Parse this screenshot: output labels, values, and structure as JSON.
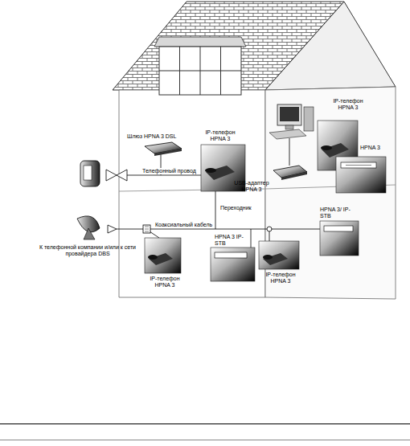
{
  "diagram": {
    "labels": [
      "IP-телефон HPNA 3",
      "HPNA 3",
      "Шлюз HPNA 3 DSL",
      "IP-телефон HPNA 3",
      "USB-адаптер HPNA 3",
      "Телефонный провод",
      "Переходник",
      "Коаксиальный кабель",
      "HPNA 3/ IP-STB",
      "К телефонной компании и/или к сети провайдера DBS",
      "HPNA 3 IP-STB",
      "IP-телефон HPNA 3",
      "IP-телефон HPNA 3"
    ]
  }
}
